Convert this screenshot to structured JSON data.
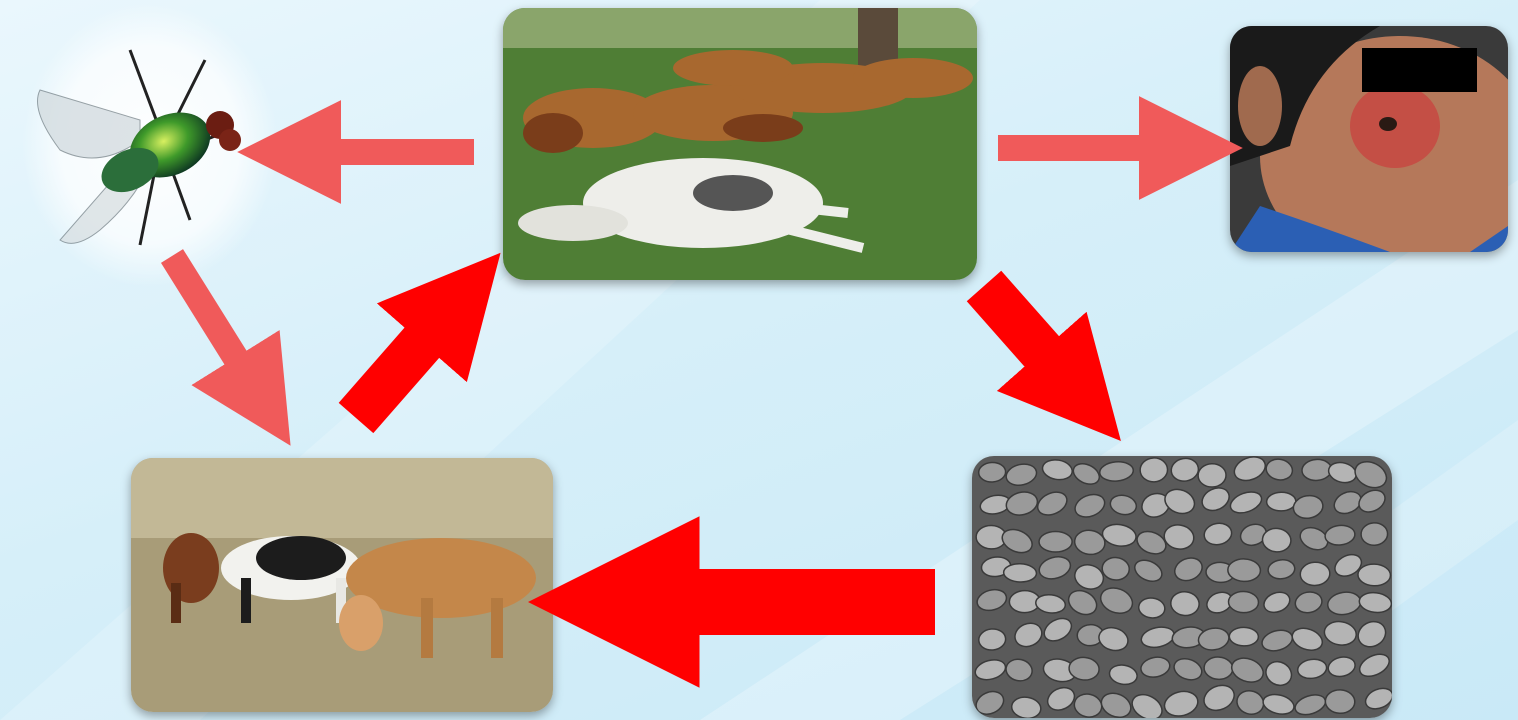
{
  "diagram": {
    "nodes": [
      {
        "id": "fly",
        "icon": "fly-icon"
      },
      {
        "id": "dead-livestock",
        "icon": "dead-cattle-photo"
      },
      {
        "id": "human-skin-lesion",
        "icon": "cutaneous-lesion-photo"
      },
      {
        "id": "bacterial-spores",
        "icon": "spores-micrograph"
      },
      {
        "id": "grazing-cattle",
        "icon": "grazing-cattle-photo"
      }
    ],
    "edges": [
      {
        "from": "dead-livestock",
        "to": "fly",
        "color": "#f05a5a"
      },
      {
        "from": "dead-livestock",
        "to": "human-skin-lesion",
        "color": "#f05a5a"
      },
      {
        "from": "fly",
        "to": "grazing-cattle",
        "color": "#f05a5a"
      },
      {
        "from": "grazing-cattle",
        "to": "dead-livestock",
        "color": "#ff0000"
      },
      {
        "from": "dead-livestock",
        "to": "bacterial-spores",
        "color": "#ff0000"
      },
      {
        "from": "bacterial-spores",
        "to": "grazing-cattle",
        "color": "#ff0000"
      }
    ],
    "colors": {
      "thin_arrow": "#f05a5a",
      "thick_arrow": "#ff0000",
      "background": "#d6eff9"
    }
  }
}
